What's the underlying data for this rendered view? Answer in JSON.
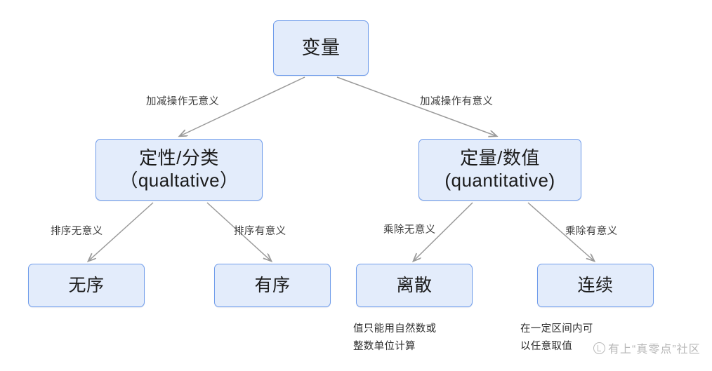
{
  "diagram": {
    "title": "变量分类图",
    "colors": {
      "node_fill": "#e3ecfb",
      "node_border": "#6f9ceb",
      "edge_line": "#9a9a9a",
      "label_text": "#3c3c3c",
      "watermark": "#9e9e9e"
    },
    "nodes": {
      "root": {
        "line1": "变量",
        "line2": ""
      },
      "qualitative": {
        "line1": "定性/分类",
        "line2": "（qualtative）"
      },
      "quantitative": {
        "line1": "定量/数值",
        "line2": "(quantitative)"
      },
      "nominal": {
        "line1": "无序",
        "line2": ""
      },
      "ordinal": {
        "line1": "有序",
        "line2": ""
      },
      "discrete": {
        "line1": "离散",
        "line2": ""
      },
      "continuous": {
        "line1": "连续",
        "line2": ""
      }
    },
    "edge_labels": {
      "root_to_qualitative": "加减操作无意义",
      "root_to_quantitative": "加减操作有意义",
      "qual_to_nominal": "排序无意义",
      "qual_to_ordinal": "排序有意义",
      "quant_to_discrete": "乘除无意义",
      "quant_to_continuous": "乘除有意义"
    },
    "captions": {
      "discrete_line1": "值只能用自然数或",
      "discrete_line2": "整数单位计算",
      "continuous_line1": "在一定区间内可",
      "continuous_line2": "以任意取值"
    },
    "watermark": {
      "icon": "copyright-circle-icon",
      "text": "有上“真零点”社区"
    }
  }
}
